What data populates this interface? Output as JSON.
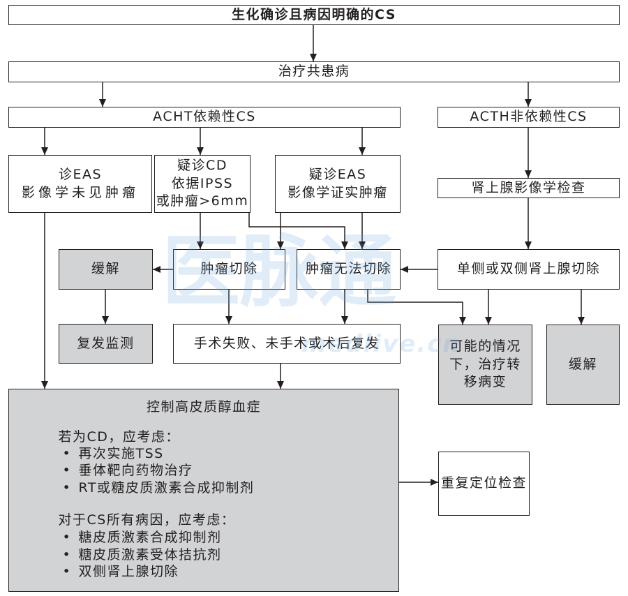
{
  "flowchart": {
    "confirmed_cs": "生化确诊且病因明确的CS",
    "treat_comorbidities": "治疗共患病",
    "acth_dependent": "ACHT依赖性CS",
    "acth_independent": "ACTH非依赖性CS",
    "eas_diagnosed": [
      "诊EAS",
      "影像学未见肿瘤"
    ],
    "cd_suspected": [
      "疑诊CD",
      "依据IPSS",
      "或肿瘤>6mm"
    ],
    "eas_suspected": [
      "疑诊EAS",
      "影像学证实肿瘤"
    ],
    "adrenal_imaging": "肾上腺影像学检查",
    "adrenalectomy": "单侧或双侧肾上腺切除",
    "remission_left": "缓解",
    "tumor_resection": "肿瘤切除",
    "tumor_unresectable": "肿瘤无法切除",
    "recurrence_monitoring": "复发监测",
    "surgery_failed": "手术失败、未手术或术后复发",
    "treat_metastases": [
      "可能的情况",
      "下，治疗转",
      "移病变"
    ],
    "remission_right": "缓解",
    "repeat_localization": "重复定位检查",
    "control_hypercortisolism": {
      "title": "控制高皮质醇血症",
      "if_cd_heading": "若为CD，应考虑：",
      "if_cd_options": [
        "再次实施TSS",
        "垂体靶向药物治疗",
        "RT或糖皮质激素合成抑制剂"
      ],
      "all_causes_heading": "对于CS所有病因，应考虑：",
      "all_causes_options": [
        "糖皮质激素合成抑制剂",
        "糖皮质激素受体拮抗剂",
        "双侧肾上腺切除"
      ]
    }
  },
  "watermark": {
    "brand": "医脉通",
    "site": "medlive.cn"
  },
  "colors": {
    "stroke": "#231f20",
    "box_fill": "#ffffff",
    "shaded_fill": "#d1d3d4",
    "text": "#231f20",
    "watermark": "#6aa6d8"
  }
}
